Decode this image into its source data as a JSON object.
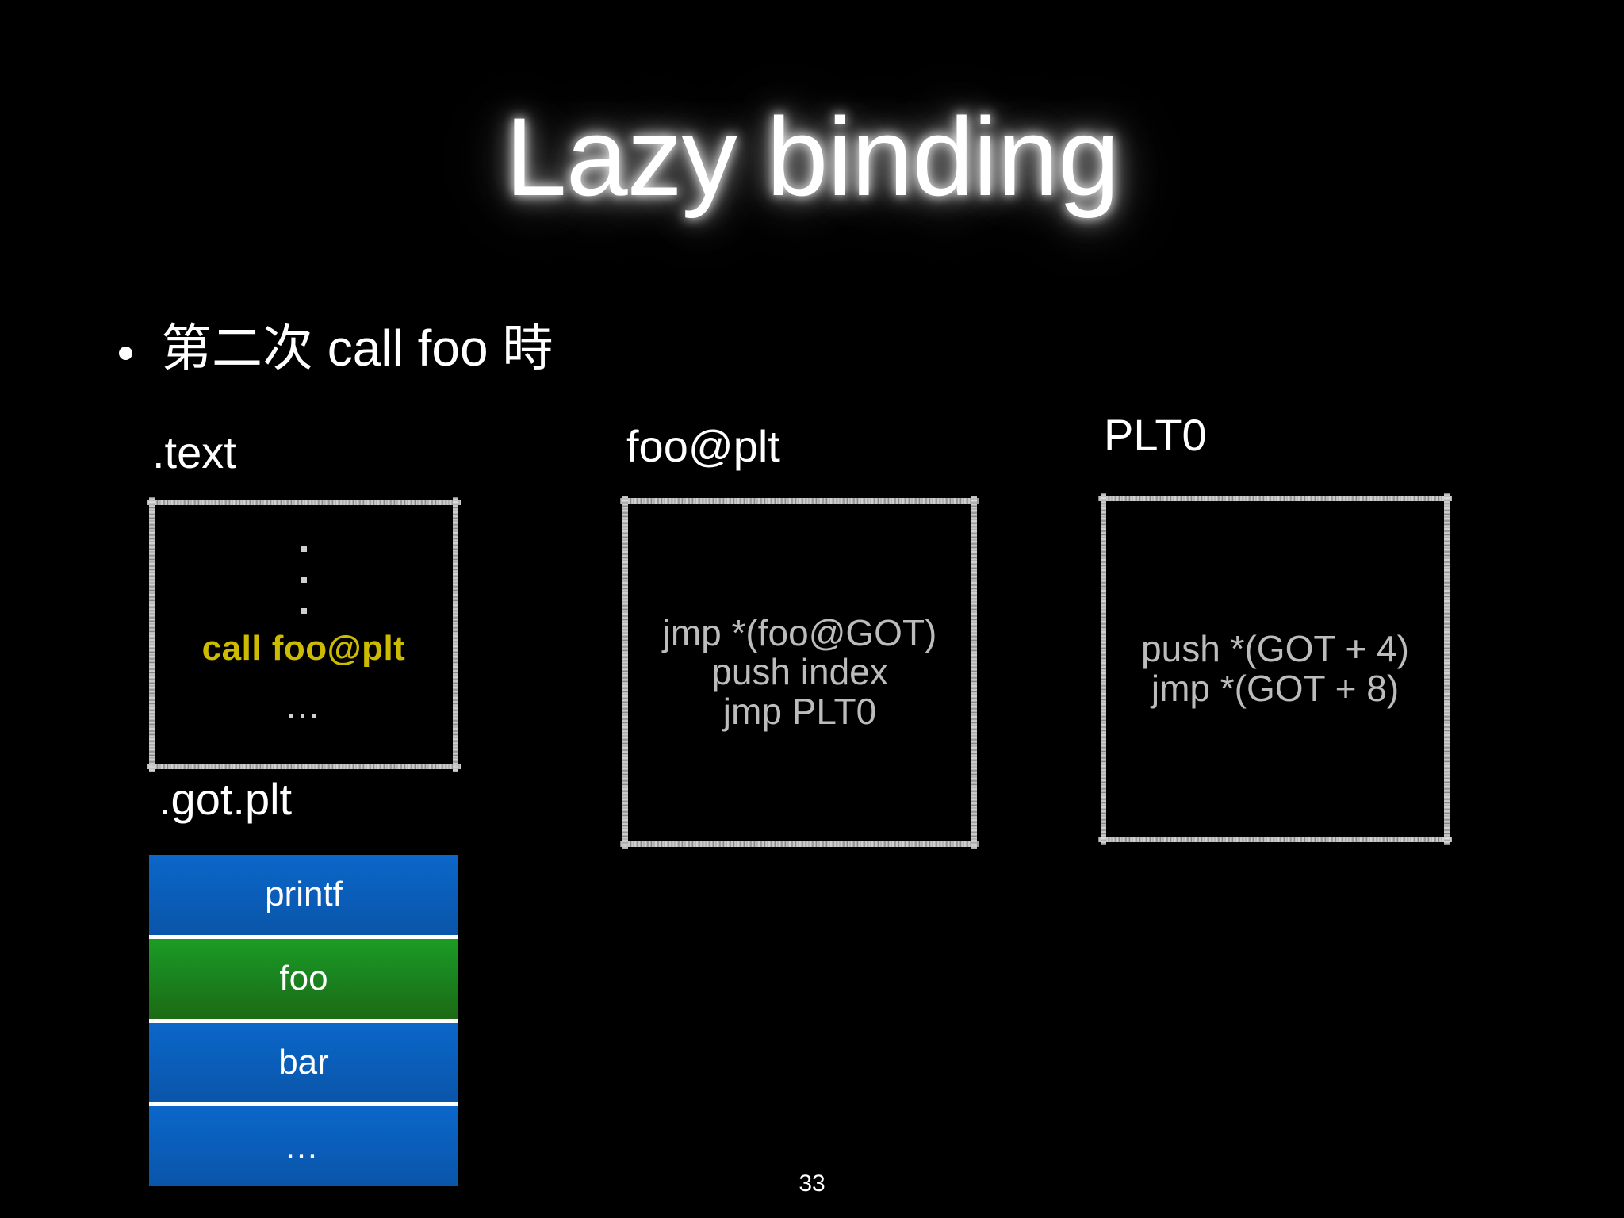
{
  "slide": {
    "title": "Lazy binding",
    "page_number": "33",
    "background_color": "#000000"
  },
  "bullet": {
    "marker": "bullet-dot",
    "text": "第二次 call foo 時"
  },
  "sections": {
    "text": {
      "caption": ".text",
      "dots": ".",
      "call_line": "call foo@plt",
      "call_color": "#ccbb00",
      "ellipsis": "…"
    },
    "got_plt": {
      "caption": ".got.plt",
      "rows": [
        {
          "label": "printf",
          "color": "#0b5fbf",
          "state": "normal"
        },
        {
          "label": "foo",
          "color": "#1a8520",
          "state": "resolved"
        },
        {
          "label": "bar",
          "color": "#0b5fbf",
          "state": "normal"
        },
        {
          "label": "…",
          "color": "#0b5fbf",
          "state": "normal"
        }
      ]
    },
    "foo_plt": {
      "caption": "foo@plt",
      "code": [
        "jmp *(foo@GOT)",
        "push index",
        "jmp PLT0"
      ]
    },
    "plt0": {
      "caption": "PLT0",
      "code": [
        "push *(GOT + 4)",
        "jmp *(GOT + 8)"
      ]
    }
  }
}
